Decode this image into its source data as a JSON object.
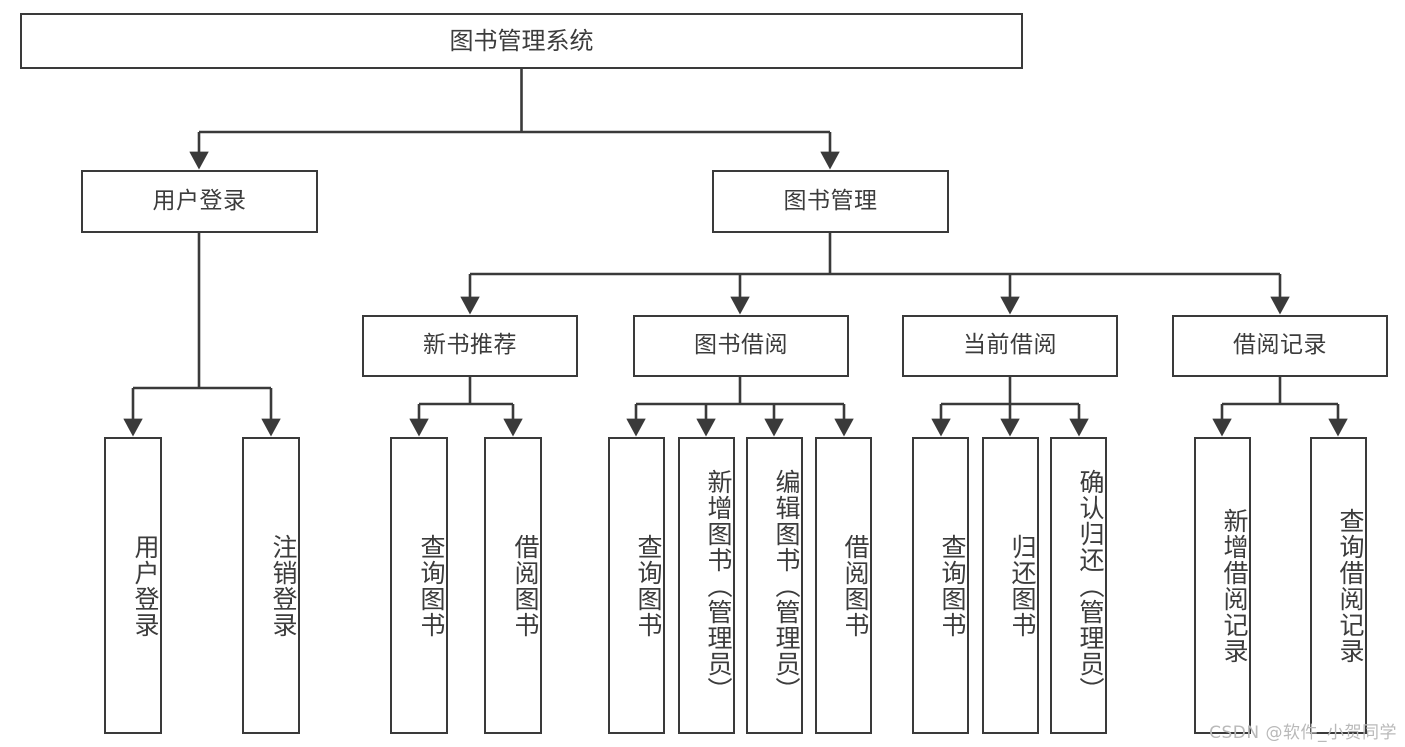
{
  "diagram": {
    "title": "图书管理系统",
    "type": "hierarchy-tree",
    "colors": {
      "border": "#3a3a3a",
      "text": "#3c3c3c",
      "background": "#ffffff",
      "watermark": "#b9b9b9"
    },
    "root": {
      "label": "图书管理系统"
    },
    "level2": [
      {
        "label": "用户登录"
      },
      {
        "label": "图书管理"
      }
    ],
    "level3": [
      {
        "label": "新书推荐"
      },
      {
        "label": "图书借阅"
      },
      {
        "label": "当前借阅"
      },
      {
        "label": "借阅记录"
      }
    ],
    "leaves": {
      "user_login": [
        {
          "label": "用户登录"
        },
        {
          "label": "注销登录"
        }
      ],
      "new_book_recommend": [
        {
          "label": "查询图书"
        },
        {
          "label": "借阅图书"
        }
      ],
      "book_borrow": [
        {
          "label": "查询图书"
        },
        {
          "label": "新增图书（管理员）"
        },
        {
          "label": "编辑图书（管理员）"
        },
        {
          "label": "借阅图书"
        }
      ],
      "current_borrow": [
        {
          "label": "查询图书"
        },
        {
          "label": "归还图书"
        },
        {
          "label": "确认归还（管理员）"
        }
      ],
      "borrow_record": [
        {
          "label": "新增借阅记录"
        },
        {
          "label": "查询借阅记录"
        }
      ]
    },
    "watermark": "CSDN @软件_小贺同学"
  }
}
